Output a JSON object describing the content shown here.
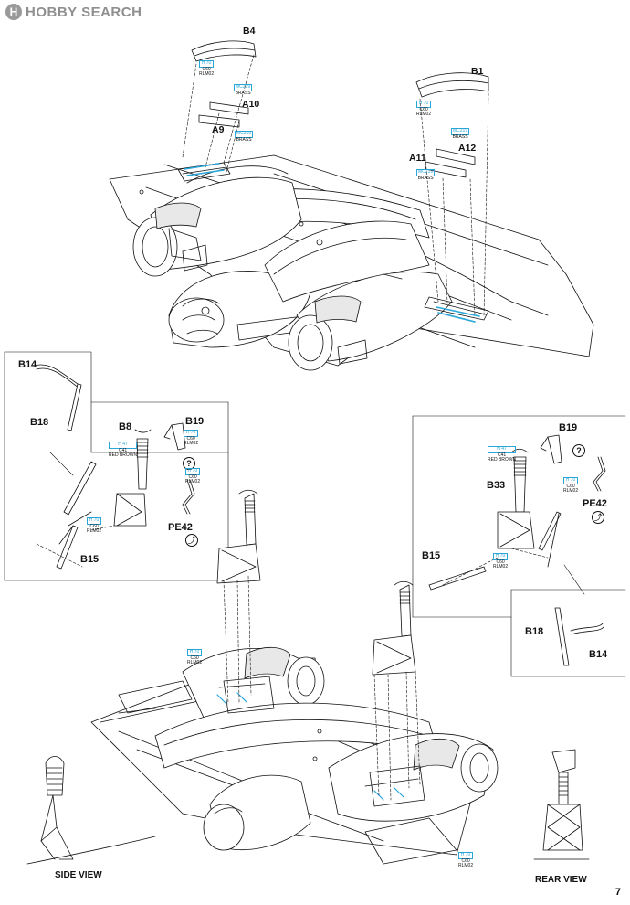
{
  "watermark": {
    "badge": "H",
    "text": "HOBBY SEARCH"
  },
  "page_number": "7",
  "color_codes": {
    "hx": "H 70",
    "c": "C60",
    "rlm": "RLM02"
  },
  "color_codes_b8": {
    "hx": "H 47",
    "c": "C41",
    "name": "RED BROWN"
  },
  "material": {
    "mc": "MC219",
    "name": "BRASS"
  },
  "parts": {
    "b4": "B4",
    "b1": "B1",
    "a10": "A10",
    "a9": "A9",
    "a11": "A11",
    "a12": "A12",
    "b14_left": "B14",
    "b18_left": "B18",
    "b8": "B8",
    "b19_left": "B19",
    "b15_left": "B15",
    "pe42_left": "PE42",
    "b19_right": "B19",
    "b33": "B33",
    "pe42_right": "PE42",
    "b15_right": "B15",
    "b18_right": "B18",
    "b14_right": "B14"
  },
  "views": {
    "side": "SIDE VIEW",
    "rear": "REAR VIEW"
  },
  "symbols": {
    "question": "?",
    "bend": "⤴"
  },
  "accent_color": "#2aa6d9"
}
